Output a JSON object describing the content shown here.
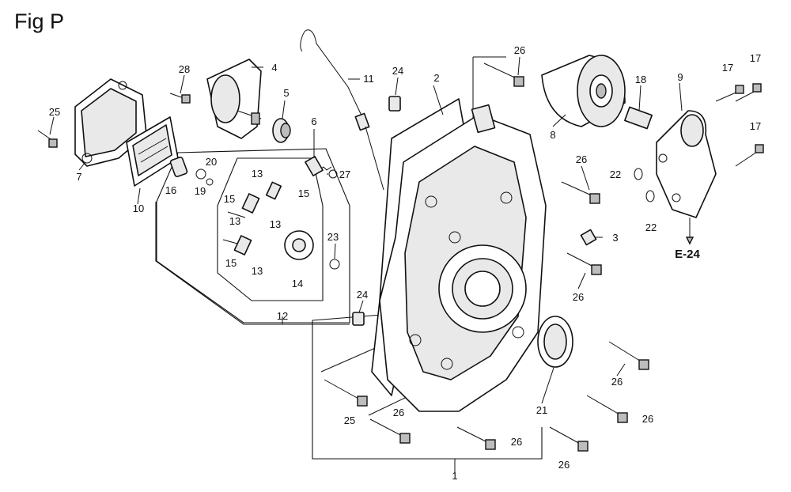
{
  "figure": {
    "title": "Fig P",
    "reference": "E-24"
  },
  "callouts": [
    "1",
    "2",
    "3",
    "4",
    "5",
    "6",
    "7",
    "8",
    "9",
    "10",
    "11",
    "12",
    "13",
    "13",
    "13",
    "13",
    "14",
    "15",
    "15",
    "15",
    "16",
    "17",
    "17",
    "17",
    "18",
    "19",
    "20",
    "21",
    "22",
    "22",
    "23",
    "24",
    "24",
    "25",
    "25",
    "26",
    "26",
    "26",
    "26",
    "26",
    "26",
    "26",
    "26",
    "26",
    "27",
    "28"
  ]
}
